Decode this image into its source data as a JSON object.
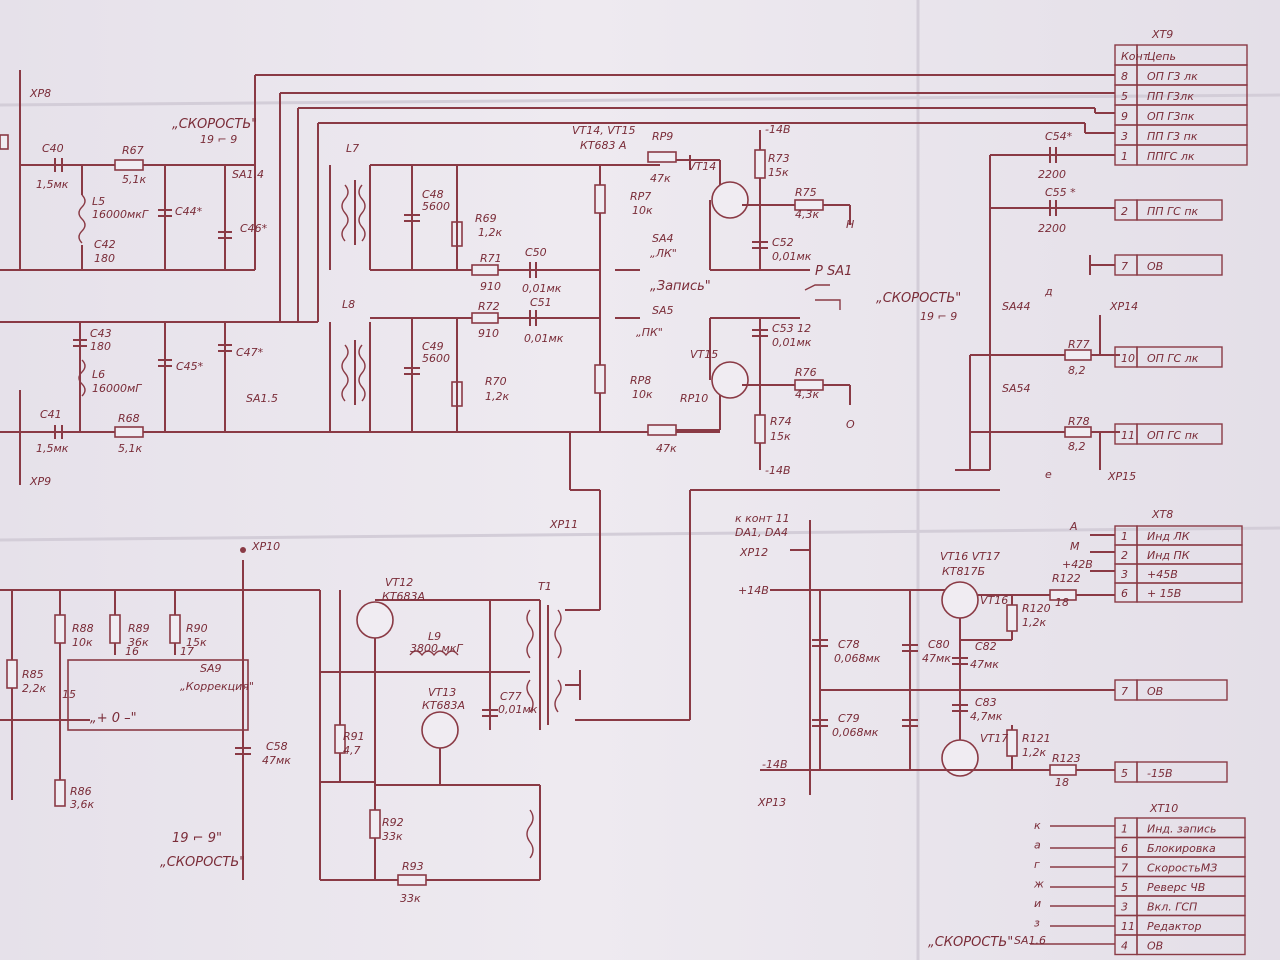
{
  "labels": {
    "xp8": "XP8",
    "xp9": "XP9",
    "xp10": "XP10",
    "xp11": "XP11",
    "xp12": "XP12",
    "xp13": "XP13",
    "xp14": "XP14",
    "xp15": "XP15",
    "speed_top": "„СКОРОСТЬ\"",
    "speed_top_sub": "19 ⌐ 9",
    "speed_right": "„СКОРОСТЬ\"",
    "speed_right_sub": "19 ⌐ 9",
    "speed_bottom_sub": "19 ⌐ 9\"",
    "speed_bottom": "„СКОРОСТЬ\"",
    "speed_br": "„СКОРОСТЬ\"",
    "c40": "C40",
    "c40v": "1,5мк",
    "c41": "C41",
    "c41v": "1,5мк",
    "r67": "R67",
    "r67v": "5,1к",
    "r68": "R68",
    "r68v": "5,1к",
    "l5": "L5",
    "l5v": "16000мкГ",
    "c42": "C42",
    "c42v": "180",
    "c43": "C43",
    "c43v": "180",
    "l6": "L6",
    "l6v": "16000мГ",
    "c44": "C44*",
    "c45": "C45*",
    "c46": "C46*",
    "c47": "C47*",
    "sa14": "SA1.4",
    "sa15": "SA1.5",
    "sa16": "SA1.6",
    "l7": "L7",
    "l8": "L8",
    "c48": "C48",
    "c48v": "5600",
    "c49": "C49",
    "c49v": "5600",
    "r69": "R69",
    "r69v": "1,2к",
    "r70": "R70",
    "r70v": "1,2к",
    "r71": "R71",
    "r71v": "910",
    "r72": "R72",
    "r72v": "910",
    "c50": "C50",
    "c50v": "0,01мк",
    "c51": "C51",
    "c51v": "0,01мк",
    "vt1415": "VT14, VT15",
    "kt683a": "КТ683 А",
    "rp9": "RP9",
    "rp9v": "47к",
    "rp7": "RP7",
    "rp7v": "10к",
    "rp8": "RP8",
    "rp8v": "10к",
    "rp10": "RP10",
    "rp10v": "47к",
    "sa4": "SA4",
    "sa4n": "„ЛК\"",
    "zapis": "„Запись\"",
    "sa5": "SA5",
    "sa5n": "„ПК\"",
    "vt14": "VT14",
    "vt15": "VT15",
    "m14": "-14В",
    "m14b": "-14В",
    "r73": "R73",
    "r73v": "15к",
    "r74": "R74",
    "r74v": "15к",
    "r75": "R75",
    "r75v": "4,3к",
    "r76": "R76",
    "r76v": "4,3к",
    "c52": "C52",
    "c52v": "0,01мк",
    "c53": "C53 12",
    "c53v": "0,01мк",
    "h": "Н",
    "o": "О",
    "psa1": "Р SA1",
    "c54": "C54*",
    "c54v": "2200",
    "c55": "C55 *",
    "c55v": "2200",
    "sa44": "SA44",
    "sa54": "SA54",
    "d": "д",
    "e": "е",
    "r77": "R77",
    "r77v": "8,2",
    "r78": "R78",
    "r78v": "8,2",
    "r88": "R88",
    "r88v": "10к",
    "r89": "R89",
    "r89v": "36к",
    "r90": "R90",
    "r90v": "15к",
    "r85": "R85",
    "r85v": "2,2к",
    "r86": "R86",
    "r86v": "3,6к",
    "n16": "16",
    "n17": "17",
    "n15": "15",
    "sa9": "SA9",
    "korr": "„Коррекция\"",
    "plusminus": "„+ 0 –\"",
    "c58": "C58",
    "c58v": "47мк",
    "vt12": "VT12",
    "vt12t": "КТ683А",
    "vt13": "VT13",
    "vt13t": "КТ683А",
    "l9": "L9",
    "l9v": "3800 мкГ",
    "c77": "C77",
    "c77v": "0,01мк",
    "r91": "R91",
    "r91v": "4,7",
    "r92": "R92",
    "r92v": "33к",
    "r93": "R93",
    "r93v": "33к",
    "t1": "T1",
    "kkont": "к конт 11",
    "da": "DA1, DA4",
    "p14": "+14В",
    "m14c": "-14В",
    "c78": "C78",
    "c78v": "0,068мк",
    "c79": "C79",
    "c79v": "0,068мк",
    "c80": "C80",
    "c80v": "47мк",
    "c82": "C82",
    "c82v": "47мк",
    "c83": "C83",
    "c83v": "4,7мк",
    "vt1617": "VT16  VT17",
    "kt817b": "КТ817Б",
    "vt16": "VT16",
    "vt17": "VT17",
    "r120": "R120",
    "r120v": "1,2к",
    "r121": "R121",
    "r121v": "1,2к",
    "r122": "R122",
    "r122v": "18",
    "r123": "R123",
    "r123v": "18",
    "pa": "А",
    "pm": "М",
    "p42": "+42В"
  },
  "xt9": {
    "title": "XT9",
    "head": [
      "Конт",
      "Цепь"
    ],
    "rows": [
      [
        "8",
        "ОП Г3 лк"
      ],
      [
        "5",
        "ПП Г3лк"
      ],
      [
        "9",
        "ОП Г3пк"
      ],
      [
        "3",
        "ПП Г3 пк"
      ],
      [
        "1",
        "ППГС лк"
      ]
    ]
  },
  "xt9_extra": [
    [
      "2",
      "ПП ГС пк"
    ],
    [
      "7",
      "ОВ"
    ],
    [
      "10",
      "ОП ГС лк"
    ],
    [
      "11",
      "ОП ГС пк"
    ]
  ],
  "xt8": {
    "title": "XT8",
    "rows": [
      [
        "1",
        "Инд ЛК"
      ],
      [
        "2",
        "Инд ПК"
      ],
      [
        "3",
        "+45В"
      ],
      [
        "6",
        "+ 15В"
      ]
    ]
  },
  "xt8_extra": [
    [
      "7",
      "ОВ"
    ],
    [
      "5",
      "-15В"
    ]
  ],
  "xt10": {
    "title": "XT10",
    "pins": [
      "к",
      "а",
      "г",
      "ж",
      "и",
      "з"
    ],
    "rows": [
      [
        "1",
        "Инд. запись"
      ],
      [
        "6",
        "Блокировка"
      ],
      [
        "7",
        "СкоростьМЗ"
      ],
      [
        "5",
        "Реверс ЧВ"
      ],
      [
        "3",
        "Вкл. ГСП"
      ],
      [
        "11",
        "Редактор"
      ],
      [
        "4",
        "ОВ"
      ]
    ]
  }
}
